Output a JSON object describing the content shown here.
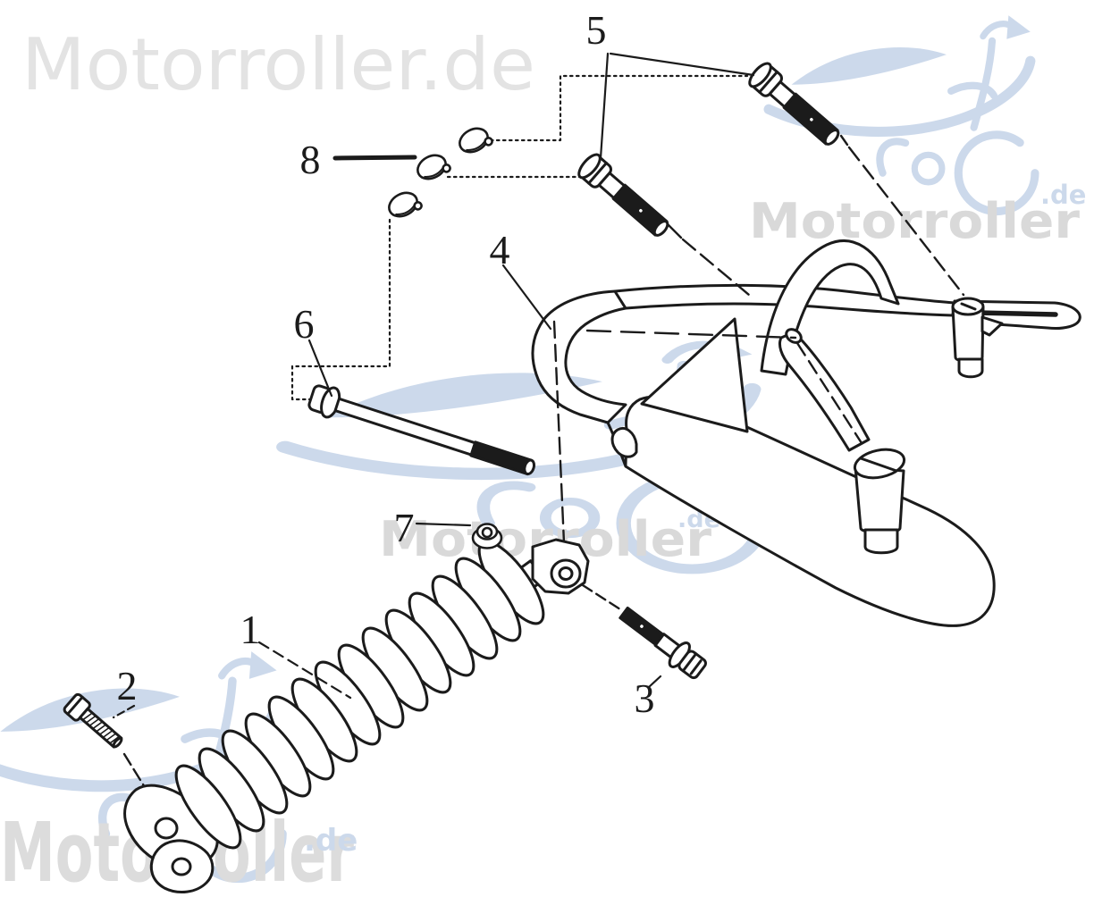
{
  "background": "#ffffff",
  "watermark": {
    "brand": "Motorroller.de",
    "brand_word": "Motorroller",
    "brand_tld": ".de",
    "gray": "#d9d9d9",
    "light_gray": "#e3e3e3",
    "blue": "#ccd9eb"
  },
  "diagram": {
    "line_color": "#1b1b1b",
    "part_labels": [
      "1",
      "2",
      "3",
      "4",
      "5",
      "6",
      "7",
      "8"
    ]
  }
}
